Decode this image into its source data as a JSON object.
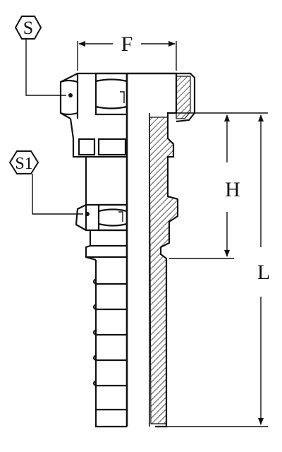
{
  "labels": {
    "hex_large": "S",
    "hex_small": "S1",
    "width_dim": "F",
    "height_dim": "H",
    "length_dim": "L"
  },
  "colors": {
    "line": "#111111",
    "hatch": "#111111",
    "background": "#ffffff"
  }
}
